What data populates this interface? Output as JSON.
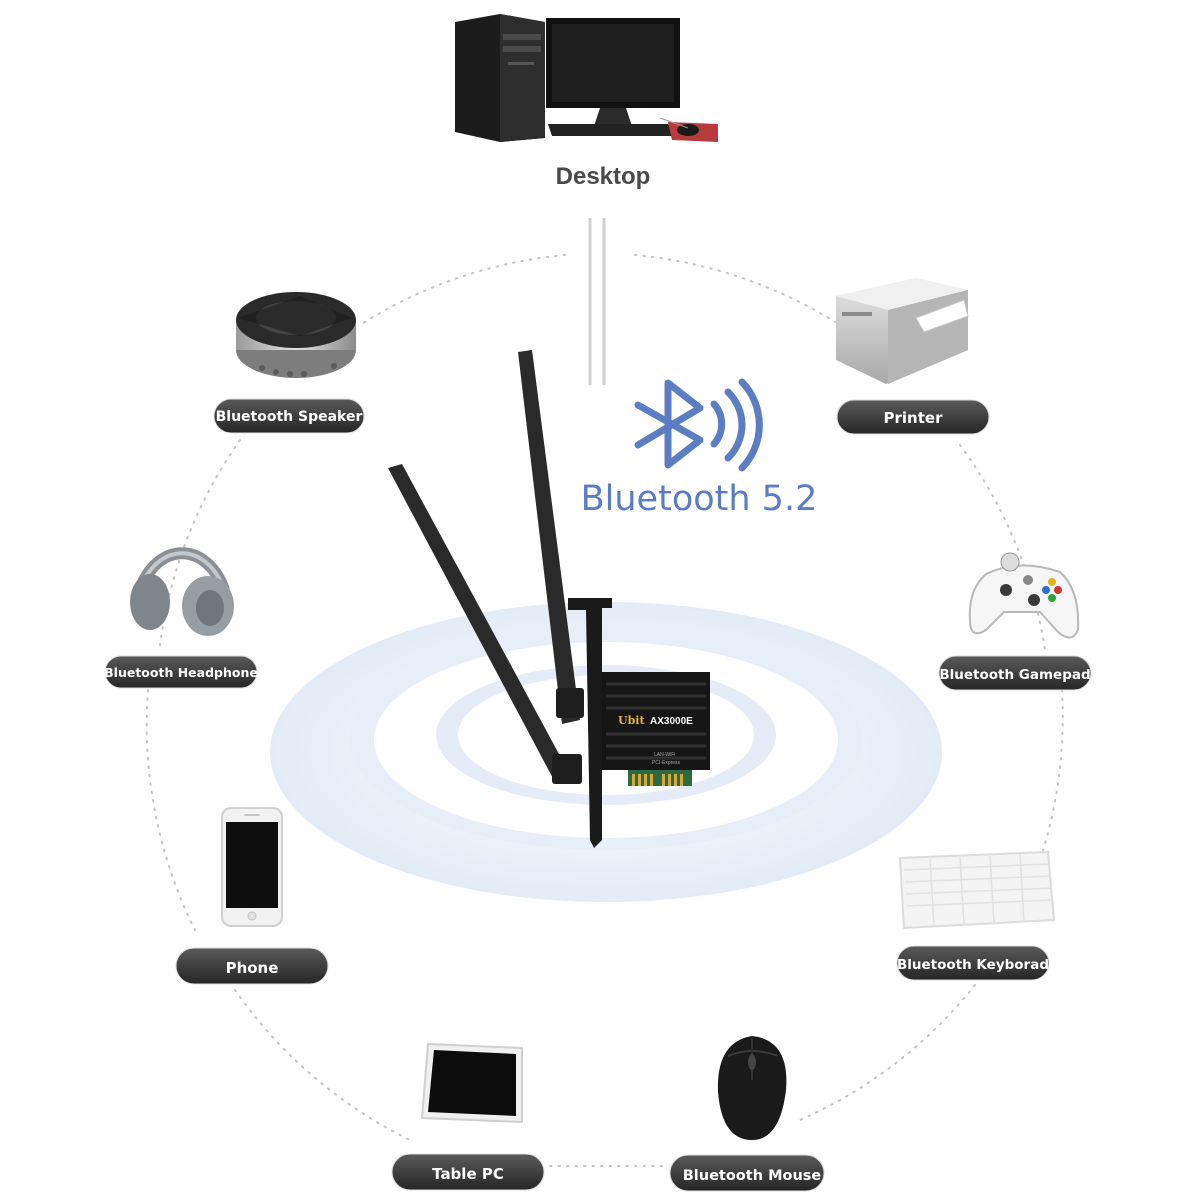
{
  "title": "Desktop",
  "bluetooth": {
    "label": "Bluetooth 5.2",
    "accent": "#5b7dc4"
  },
  "card": {
    "brand": "Ubit",
    "model": "AX3000E",
    "sub1": "LAN-WiFi",
    "sub2": "PCI-Express"
  },
  "colors": {
    "pill": "#3a3a3a",
    "pill_text": "#ffffff",
    "ring": "#c4c4c4",
    "ripple": "#dfe8f4"
  },
  "devices": [
    {
      "label": "Bluetooth Speaker",
      "icon": "speaker-icon"
    },
    {
      "label": "Printer",
      "icon": "printer-icon"
    },
    {
      "label": "Bluetooth Headphone",
      "icon": "headphone-icon"
    },
    {
      "label": "Bluetooth Gamepad",
      "icon": "gamepad-icon"
    },
    {
      "label": "Phone",
      "icon": "phone-icon"
    },
    {
      "label": "Bluetooth Keyborad",
      "icon": "keyboard-icon"
    },
    {
      "label": "Table PC",
      "icon": "tablet-icon"
    },
    {
      "label": "Bluetooth Mouse",
      "icon": "mouse-icon"
    }
  ]
}
